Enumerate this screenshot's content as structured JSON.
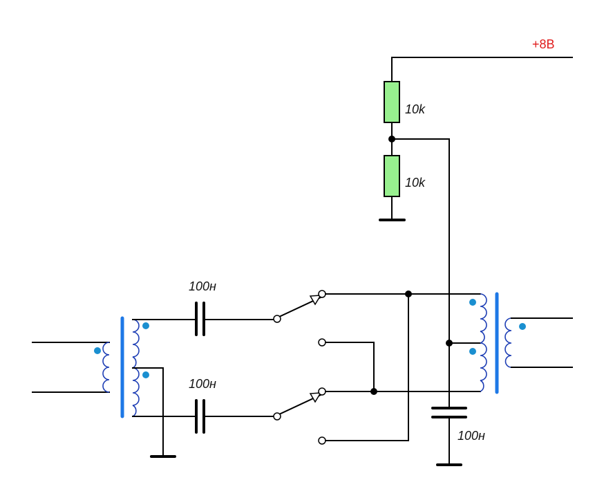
{
  "supply": {
    "label": "+8В",
    "color": "#e01b1b"
  },
  "resistors": {
    "upper_value": "10k",
    "lower_value": "10k",
    "fill_color": "#98f08f"
  },
  "capacitors": {
    "upper_coupling": "100н",
    "lower_coupling": "100н",
    "bypass": "100н"
  },
  "colors": {
    "core": "#1e78e6",
    "winding": "#1f3fb5",
    "phase_dot": "#1a8fd0",
    "wire": "#000000"
  }
}
